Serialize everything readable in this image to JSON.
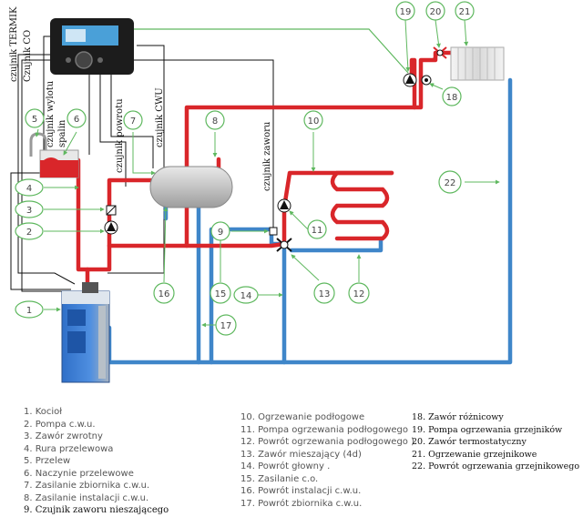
{
  "vertical_labels": {
    "termik": "czujnik TERMIK",
    "co": "Czujnik CO",
    "wylotu": "czujnik wylotu",
    "spalin": "spalin",
    "powrotu": "czujnik powrotu",
    "cwu": "czujnik CWU",
    "zaworu": "czujnik zaworu"
  },
  "callouts": {
    "c1": "1",
    "c2": "2",
    "c3": "3",
    "c4": "4",
    "c5": "5",
    "c6": "6",
    "c7": "7",
    "c8": "8",
    "c9": "9",
    "c10": "10",
    "c11": "11",
    "c12": "12",
    "c13": "13",
    "c14": "14",
    "c15": "15",
    "c16": "16",
    "c17": "17",
    "c18": "18",
    "c19": "19",
    "c20": "20",
    "c21": "21",
    "c22": "22"
  },
  "legend": {
    "col1": [
      "1. Kocioł",
      "2. Pompa c.w.u.",
      "3. Zawór zwrotny",
      "4. Rura przelewowa",
      "5. Przelew",
      "6. Naczynie przelewowe",
      "7. Zasilanie zbiornika c.w.u.",
      "8. Zasilanie instalacji c.w.u.",
      "9. Czujnik zaworu nieszającego"
    ],
    "col2": [
      "10. Ogrzewanie podłogowe",
      "11. Pompa ogrzewania podłogowego",
      "12. Powrót ogrzewania podłogowego )",
      "13. Zawór mieszający (4d)",
      "14. Powrót głowny .",
      "15. Zasilanie c.o.",
      "16. Powrót instalacji c.w.u.",
      "17. Powrót zbiornika c.w.u."
    ],
    "col3": [
      "18. Zawór różnicowy",
      "19. Pompa ogrzewania grzejników",
      "20. Zawór termostatyczny",
      "21. Ogrzewanie grzejnikowe",
      "22. Powrót ogrzewania grzejnikowego"
    ]
  },
  "colors": {
    "supply": "#d9262a",
    "return": "#3f86c9",
    "signal": "#5fb85f",
    "callout": "#5fb85f",
    "wire": "#111111"
  }
}
